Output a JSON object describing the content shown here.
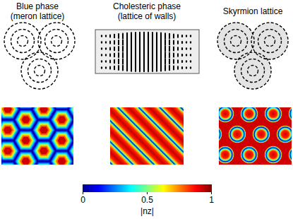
{
  "diagram": {
    "labels": [
      "Blue phase (meron lattice)",
      "Cholesteric phase (lattice of walls)",
      "Skyrmion lattice",
      "0",
      "0.5",
      "1",
      "|nz|"
    ]
  }
}
